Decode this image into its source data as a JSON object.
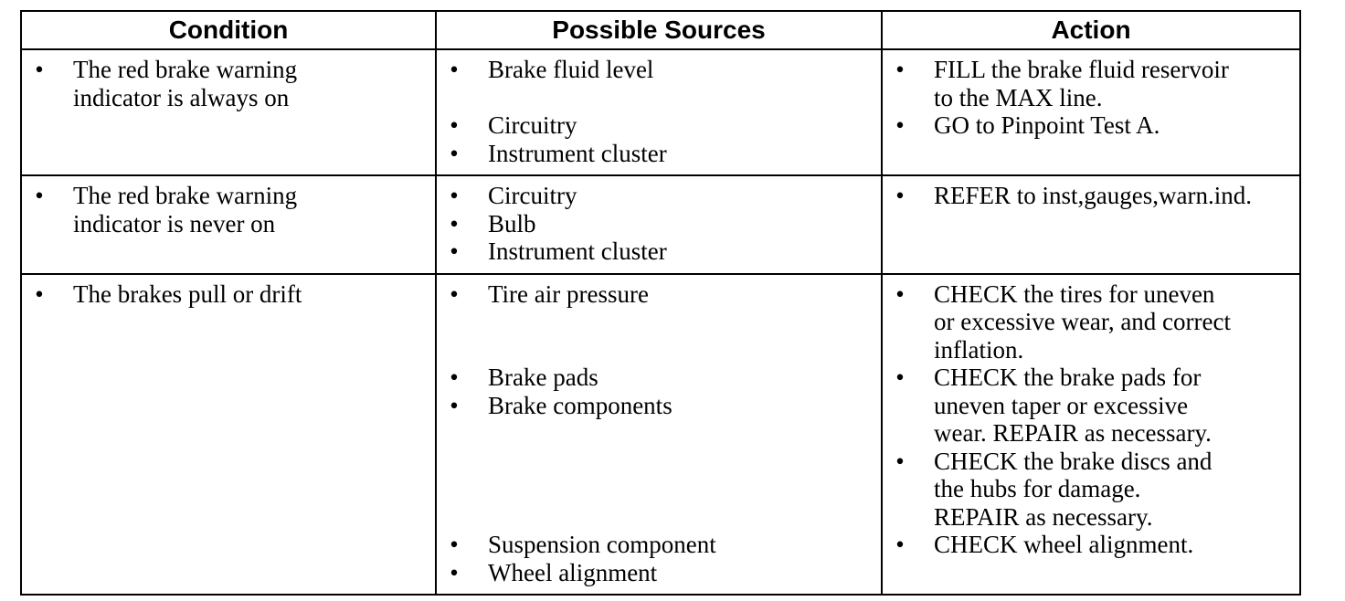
{
  "headers": {
    "condition": "Condition",
    "sources": "Possible Sources",
    "action": "Action"
  },
  "rows": [
    {
      "condition": [
        "The red brake warning\nindicator is always on"
      ],
      "sources": [
        "Brake fluid level",
        "Circuitry",
        "Instrument cluster"
      ],
      "actions": [
        "FILL the brake fluid reservoir\nto the MAX line.",
        "GO to Pinpoint Test A."
      ]
    },
    {
      "condition": [
        "The red brake warning\nindicator is never on"
      ],
      "sources": [
        "Circuitry",
        "Bulb",
        "Instrument cluster"
      ],
      "actions": [
        "REFER to inst,gauges,warn.ind."
      ]
    },
    {
      "condition": [
        "The brakes pull or drift"
      ],
      "sources": [
        "Tire air pressure",
        "Brake pads",
        "Brake components",
        "Suspension component",
        "Wheel alignment"
      ],
      "actions": [
        "CHECK the tires for uneven\nor excessive wear, and correct\ninflation.",
        "CHECK the brake pads for\nuneven taper or excessive\nwear. REPAIR as necessary.",
        "CHECK the brake discs and\nthe hubs for damage.\nREPAIR as necessary.",
        "CHECK wheel alignment."
      ]
    }
  ],
  "bullet": "•"
}
